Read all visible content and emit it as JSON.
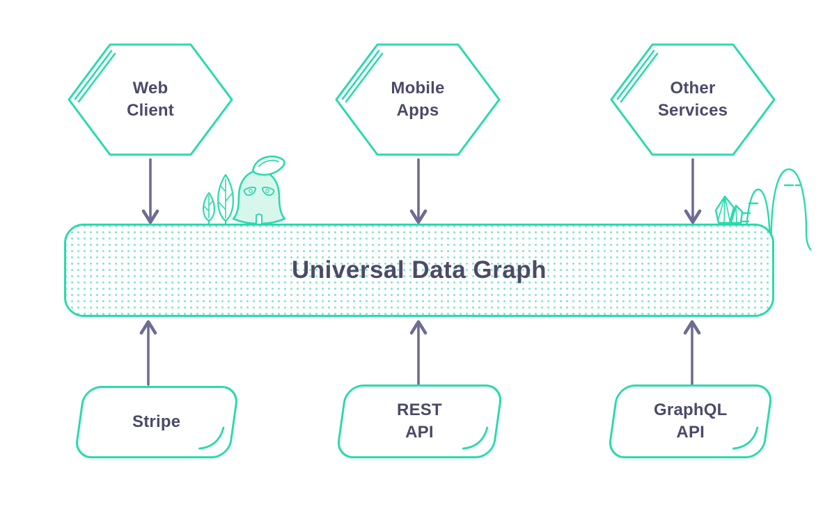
{
  "diagram": {
    "title": "Universal Data Graph",
    "top_nodes": [
      {
        "id": "web-client",
        "label": "Web\nClient"
      },
      {
        "id": "mobile-apps",
        "label": "Mobile\nApps"
      },
      {
        "id": "other-services",
        "label": "Other\nServices"
      }
    ],
    "bottom_nodes": [
      {
        "id": "stripe",
        "label": "Stripe"
      },
      {
        "id": "rest-api",
        "label": "REST\nAPI"
      },
      {
        "id": "graphql-api",
        "label": "GraphQL\nAPI"
      }
    ],
    "decorations": [
      "ghost-mascot-icon",
      "plant-leaves-icon",
      "crystals-icon",
      "rock-domes-icon"
    ],
    "colors": {
      "teal": "#2ADAAC",
      "mint_fill": "#D7F7ED",
      "dot": "#7FE6CB",
      "text": "#4B4A68",
      "arrow": "#6E6C94"
    }
  }
}
